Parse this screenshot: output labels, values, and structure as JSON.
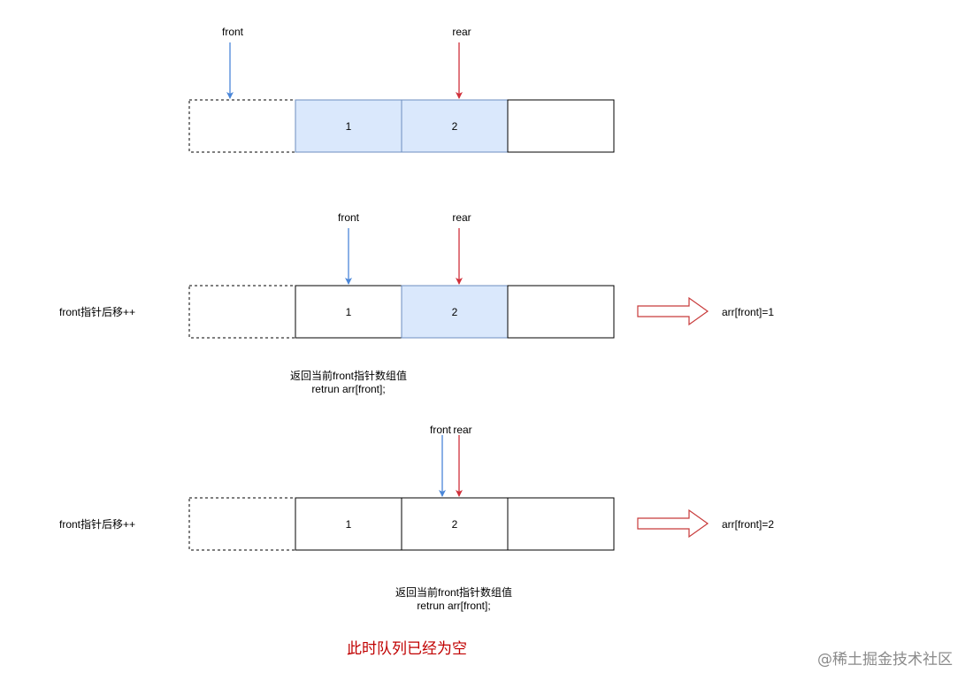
{
  "colors": {
    "front_arrow": "#4a86d8",
    "rear_arrow": "#d0303a",
    "active_cell": "#dae8fc",
    "active_border": "#6c8ebf",
    "big_arrow": "#c83a3a",
    "title": "#c00000"
  },
  "steps": [
    {
      "cells": [
        "",
        "1",
        "2",
        ""
      ],
      "active": [
        1,
        2
      ],
      "front_label": "front",
      "rear_label": "rear",
      "side_label": "",
      "result": "",
      "note": [
        "",
        ""
      ]
    },
    {
      "cells": [
        "",
        "1",
        "2",
        ""
      ],
      "active": [
        2
      ],
      "front_label": "front",
      "rear_label": "rear",
      "side_label": "front指针后移++",
      "result": "arr[front]=1",
      "note": [
        "返回当前front指针数组值",
        "retrun arr[front];"
      ]
    },
    {
      "cells": [
        "",
        "1",
        "2",
        ""
      ],
      "active": [],
      "front_label": "front",
      "rear_label": "rear",
      "side_label": "front指针后移++",
      "result": "arr[front]=2",
      "note": [
        "返回当前front指针数组值",
        "retrun arr[front];"
      ]
    }
  ],
  "title": "此时队列已经为空",
  "watermark": "@稀土掘金技术社区"
}
